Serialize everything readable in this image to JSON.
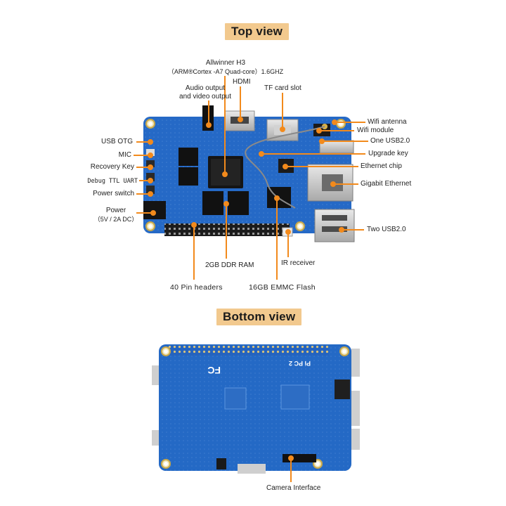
{
  "headings": {
    "top": "Top view",
    "bottom": "Bottom view"
  },
  "labels": {
    "cpu_line1": "Allwinner H3",
    "cpu_line2": "（ARM®Cortex  -A7 Quad-core）1.6GHZ",
    "hdmi": "HDMI",
    "av_line1": "Audio output",
    "av_line2": "and video output",
    "tf": "TF card slot",
    "wifi_antenna": "Wifi antenna",
    "wifi_module": "Wifi module",
    "one_usb": "One USB2.0",
    "upgrade_key": "Upgrade key",
    "ethernet_chip": "Ethernet chip",
    "gigabit": "Gigabit Ethernet",
    "two_usb": "Two USB2.0",
    "usb_otg": "USB OTG",
    "mic": "MIC",
    "recovery": "Recovery Key",
    "debug": "Debug TTL UART",
    "power_switch": "Power switch",
    "power_line1": "Power",
    "power_line2": "（5V / 2A DC）",
    "ram": "2GB DDR RAM",
    "ir": "IR receiver",
    "pins": "40 Pin headers",
    "emmc": "16GB EMMC Flash",
    "camera": "Camera Interface"
  },
  "board_marks": {
    "fcc": "FC",
    "model": "Pi PC 2"
  },
  "colors": {
    "accent": "#f28a1c",
    "board": "#1e5fb8",
    "heading_bg": "#f2c98e"
  }
}
